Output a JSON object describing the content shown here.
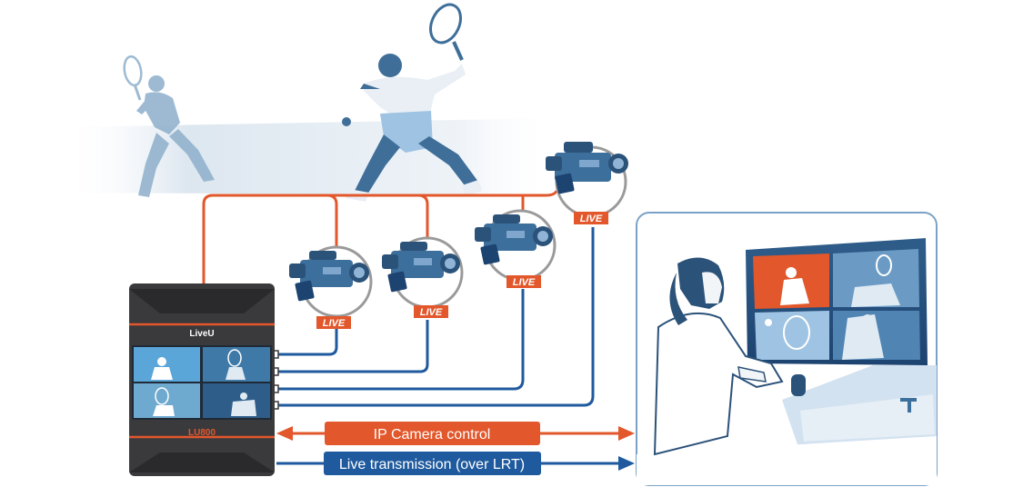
{
  "device": {
    "brand": "LiveU",
    "model": "LU800"
  },
  "cameras": [
    {
      "status": "LIVE"
    },
    {
      "status": "LIVE"
    },
    {
      "status": "LIVE"
    },
    {
      "status": "LIVE"
    }
  ],
  "links": {
    "control_label": "IP Camera control",
    "transmission_label": "Live transmission (over LRT)"
  },
  "colors": {
    "control": "#e2572b",
    "transmission": "#1f5a9e",
    "player_dark": "#3f6f99",
    "player_light": "#9fc3e2",
    "camera_body": "#3d6f9c",
    "device_body": "#3a3a3c"
  }
}
